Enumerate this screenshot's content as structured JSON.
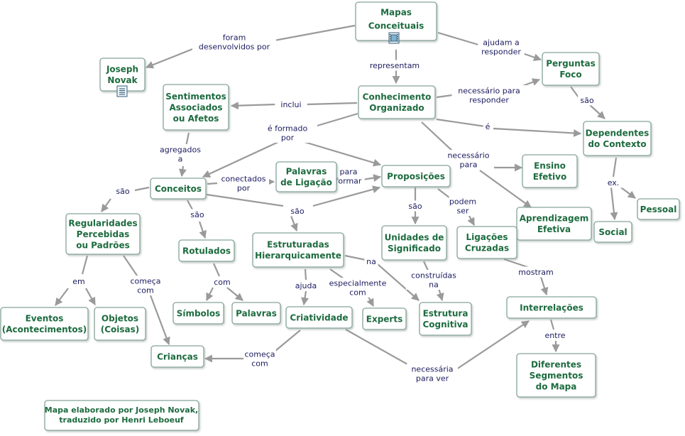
{
  "concepts": [
    {
      "id": "mapas",
      "lines": [
        "Mapas",
        "Conceituais"
      ],
      "big": true
    },
    {
      "id": "joseph",
      "lines": [
        "Joseph",
        "Novak"
      ]
    },
    {
      "id": "perguntas",
      "lines": [
        "Perguntas",
        "Foco"
      ]
    },
    {
      "id": "conhecimento",
      "lines": [
        "Conhecimento",
        "Organizado"
      ]
    },
    {
      "id": "sentimentos",
      "lines": [
        "Sentimentos",
        "Associados",
        "ou Afetos"
      ]
    },
    {
      "id": "dependentes",
      "lines": [
        "Dependentes",
        "do Contexto"
      ]
    },
    {
      "id": "ensino",
      "lines": [
        "Ensino",
        "Efetivo"
      ]
    },
    {
      "id": "palavrasLig",
      "lines": [
        "Palavras",
        "de Ligação"
      ]
    },
    {
      "id": "proposicoes",
      "lines": [
        "Proposições"
      ]
    },
    {
      "id": "conceitos",
      "lines": [
        "Conceitos"
      ]
    },
    {
      "id": "pessoal",
      "lines": [
        "Pessoal"
      ]
    },
    {
      "id": "aprendizagem",
      "lines": [
        "Aprendizagem",
        "Efetiva"
      ]
    },
    {
      "id": "social",
      "lines": [
        "Social"
      ]
    },
    {
      "id": "regularidades",
      "lines": [
        "Regularidades",
        "Percebidas",
        "ou Padrões"
      ]
    },
    {
      "id": "rotulados",
      "lines": [
        "Rotulados"
      ]
    },
    {
      "id": "estruturadas",
      "lines": [
        "Estruturadas",
        "Hierarquicamente"
      ]
    },
    {
      "id": "unidades",
      "lines": [
        "Unidades de",
        "Significado"
      ]
    },
    {
      "id": "ligacoes",
      "lines": [
        "Ligações",
        "Cruzadas"
      ]
    },
    {
      "id": "interrelacoes",
      "lines": [
        "Interrelações"
      ]
    },
    {
      "id": "simbolos",
      "lines": [
        "Símbolos"
      ]
    },
    {
      "id": "palavras",
      "lines": [
        "Palavras"
      ]
    },
    {
      "id": "criatividade",
      "lines": [
        "Criatividade"
      ]
    },
    {
      "id": "experts",
      "lines": [
        "Experts"
      ]
    },
    {
      "id": "estrutura",
      "lines": [
        "Estrutura",
        "Cognitiva"
      ]
    },
    {
      "id": "eventos",
      "lines": [
        "Eventos",
        "(Acontecimentos)"
      ]
    },
    {
      "id": "objetos",
      "lines": [
        "Objetos",
        "(Coisas)"
      ]
    },
    {
      "id": "criancas",
      "lines": [
        "Crianças"
      ]
    },
    {
      "id": "diferentes",
      "lines": [
        "Diferentes",
        "Segmentos",
        "do Mapa"
      ]
    }
  ],
  "phrases": [
    {
      "id": "p_foram",
      "lines": [
        "foram",
        "desenvolvidos por"
      ]
    },
    {
      "id": "p_ajudam",
      "lines": [
        "ajudam a",
        "responder"
      ]
    },
    {
      "id": "p_representam",
      "lines": [
        "representam"
      ]
    },
    {
      "id": "p_inclui",
      "lines": [
        "inclui"
      ]
    },
    {
      "id": "p_necessario_resp",
      "lines": [
        "necessário para",
        "responder"
      ]
    },
    {
      "id": "p_sao_perg",
      "lines": [
        "são"
      ]
    },
    {
      "id": "p_e",
      "lines": [
        "é"
      ]
    },
    {
      "id": "p_formado",
      "lines": [
        "é formado",
        "por"
      ]
    },
    {
      "id": "p_agregados",
      "lines": [
        "agregados",
        "a"
      ]
    },
    {
      "id": "p_necessario_para",
      "lines": [
        "necessário",
        "para"
      ]
    },
    {
      "id": "p_conectados",
      "lines": [
        "conectados",
        "por"
      ]
    },
    {
      "id": "p_para_formar",
      "lines": [
        "para",
        "formar"
      ]
    },
    {
      "id": "p_ex",
      "lines": [
        "ex."
      ]
    },
    {
      "id": "p_sao_conc",
      "lines": [
        "são"
      ]
    },
    {
      "id": "p_sao_rot",
      "lines": [
        "são"
      ]
    },
    {
      "id": "p_sao_estr",
      "lines": [
        "são"
      ]
    },
    {
      "id": "p_sao_prop",
      "lines": [
        "são"
      ]
    },
    {
      "id": "p_podem",
      "lines": [
        "podem",
        "ser"
      ]
    },
    {
      "id": "p_em",
      "lines": [
        "em"
      ]
    },
    {
      "id": "p_comeca1",
      "lines": [
        "começa",
        "com"
      ]
    },
    {
      "id": "p_com",
      "lines": [
        "com"
      ]
    },
    {
      "id": "p_ajuda",
      "lines": [
        "ajuda"
      ]
    },
    {
      "id": "p_especialmente",
      "lines": [
        "especialmente",
        "com"
      ]
    },
    {
      "id": "p_na",
      "lines": [
        "na"
      ]
    },
    {
      "id": "p_construidas",
      "lines": [
        "construídas",
        "na"
      ]
    },
    {
      "id": "p_mostram",
      "lines": [
        "mostram"
      ]
    },
    {
      "id": "p_entre",
      "lines": [
        "entre"
      ]
    },
    {
      "id": "p_comeca2",
      "lines": [
        "começa",
        "com"
      ]
    },
    {
      "id": "p_necessaria",
      "lines": [
        "necessária",
        "para ver"
      ]
    }
  ],
  "credit": [
    "Mapa elaborado por Joseph Novak,",
    "traduzido por Henri Leboeuf"
  ],
  "resource_icons": [
    {
      "attached_to": "mapas",
      "icon": "film-strip-icon"
    },
    {
      "attached_to": "joseph",
      "icon": "document-icon"
    }
  ],
  "colors": {
    "concept_text": "#1d6b3f",
    "phrase_text": "#1c1c60",
    "border": "#86a49a",
    "link": "#9a9a9a"
  }
}
